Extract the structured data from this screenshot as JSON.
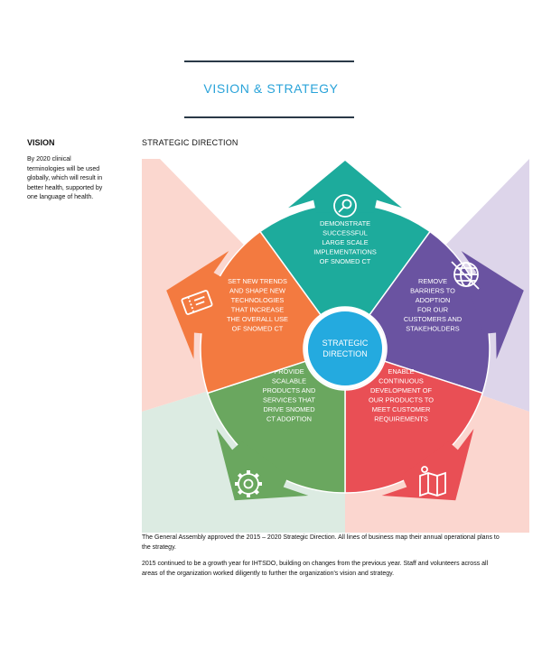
{
  "header": {
    "title": "VISION & STRATEGY"
  },
  "vision": {
    "heading": "VISION",
    "text": "By 2020 clinical terminologies will be used globally, which will result in better health, supported by one language of health."
  },
  "strategic_direction": {
    "heading": "STRATEGIC DIRECTION",
    "center_label": [
      "STRATEGIC",
      "DIRECTION"
    ],
    "segments": [
      {
        "id": "demonstrate",
        "lines": [
          "DEMONSTRATE",
          "SUCCESSFUL",
          "LARGE SCALE",
          "IMPLEMENTATIONS",
          "OF SNOMED CT"
        ],
        "color": "#1dab9c",
        "icon": "magnifier-icon"
      },
      {
        "id": "remove-barriers",
        "lines": [
          "REMOVE",
          "BARRIERS TO",
          "ADOPTION",
          "FOR OUR",
          "CUSTOMERS AND",
          "STAKEHOLDERS"
        ],
        "color": "#6a53a1",
        "icon": "globe-network-icon"
      },
      {
        "id": "enable-development",
        "lines": [
          "ENABLE",
          "CONTINUOUS",
          "DEVELOPMENT OF",
          "OUR PRODUCTS TO",
          "MEET CUSTOMER",
          "REQUIREMENTS"
        ],
        "color": "#e94f55",
        "icon": "map-icon"
      },
      {
        "id": "scalable-products",
        "lines": [
          "PROVIDE",
          "SCALABLE",
          "PRODUCTS AND",
          "SERVICES THAT",
          "DRIVE SNOMED",
          "CT ADOPTION"
        ],
        "color": "#6aa75f",
        "icon": "gear-icon"
      },
      {
        "id": "new-trends",
        "lines": [
          "SET NEW TRENDS",
          "AND SHAPE NEW",
          "TECHNOLOGIES",
          "THAT INCREASE",
          "THE OVERALL USE",
          "OF SNOMED CT"
        ],
        "color": "#f37a40",
        "icon": "ticket-icon"
      }
    ],
    "background_colors": {
      "top": "#ffffff",
      "right": "#ddd5ea",
      "bottom_right": "#fbd6cf",
      "bottom_left": "#dcebe2",
      "left": "#fbd7cf",
      "center_circle": "#24aadf"
    }
  },
  "footer": {
    "paragraph1": "The General Assembly approved the 2015 – 2020 Strategic Direction. All lines of business map their annual operational plans to the strategy.",
    "paragraph2": "2015 continued to be a growth year for IHTSDO, building on changes from the previous year. Staff and volunteers across all areas of the organization worked diligently to further the organization's vision and strategy."
  }
}
